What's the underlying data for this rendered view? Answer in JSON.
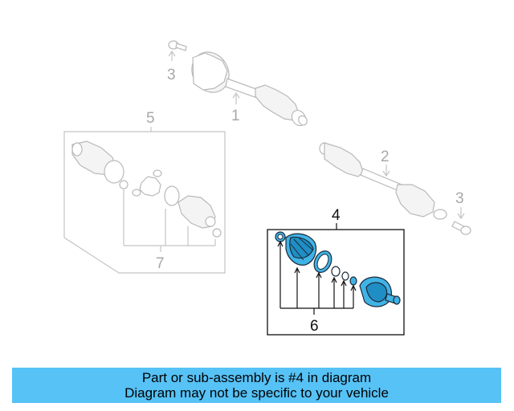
{
  "diagram": {
    "callouts": {
      "c1": "1",
      "c2": "2",
      "c3a": "3",
      "c3b": "3",
      "c4": "4",
      "c5": "5",
      "c6": "6",
      "c7": "7"
    },
    "highlight_color": "#3fb3e6",
    "ghost_color": "#b9b9b9"
  },
  "banner": {
    "line1": "Part or sub-assembly is #4 in diagram",
    "line2": "Diagram may not be specific to your vehicle",
    "background": "#56c2f6"
  }
}
